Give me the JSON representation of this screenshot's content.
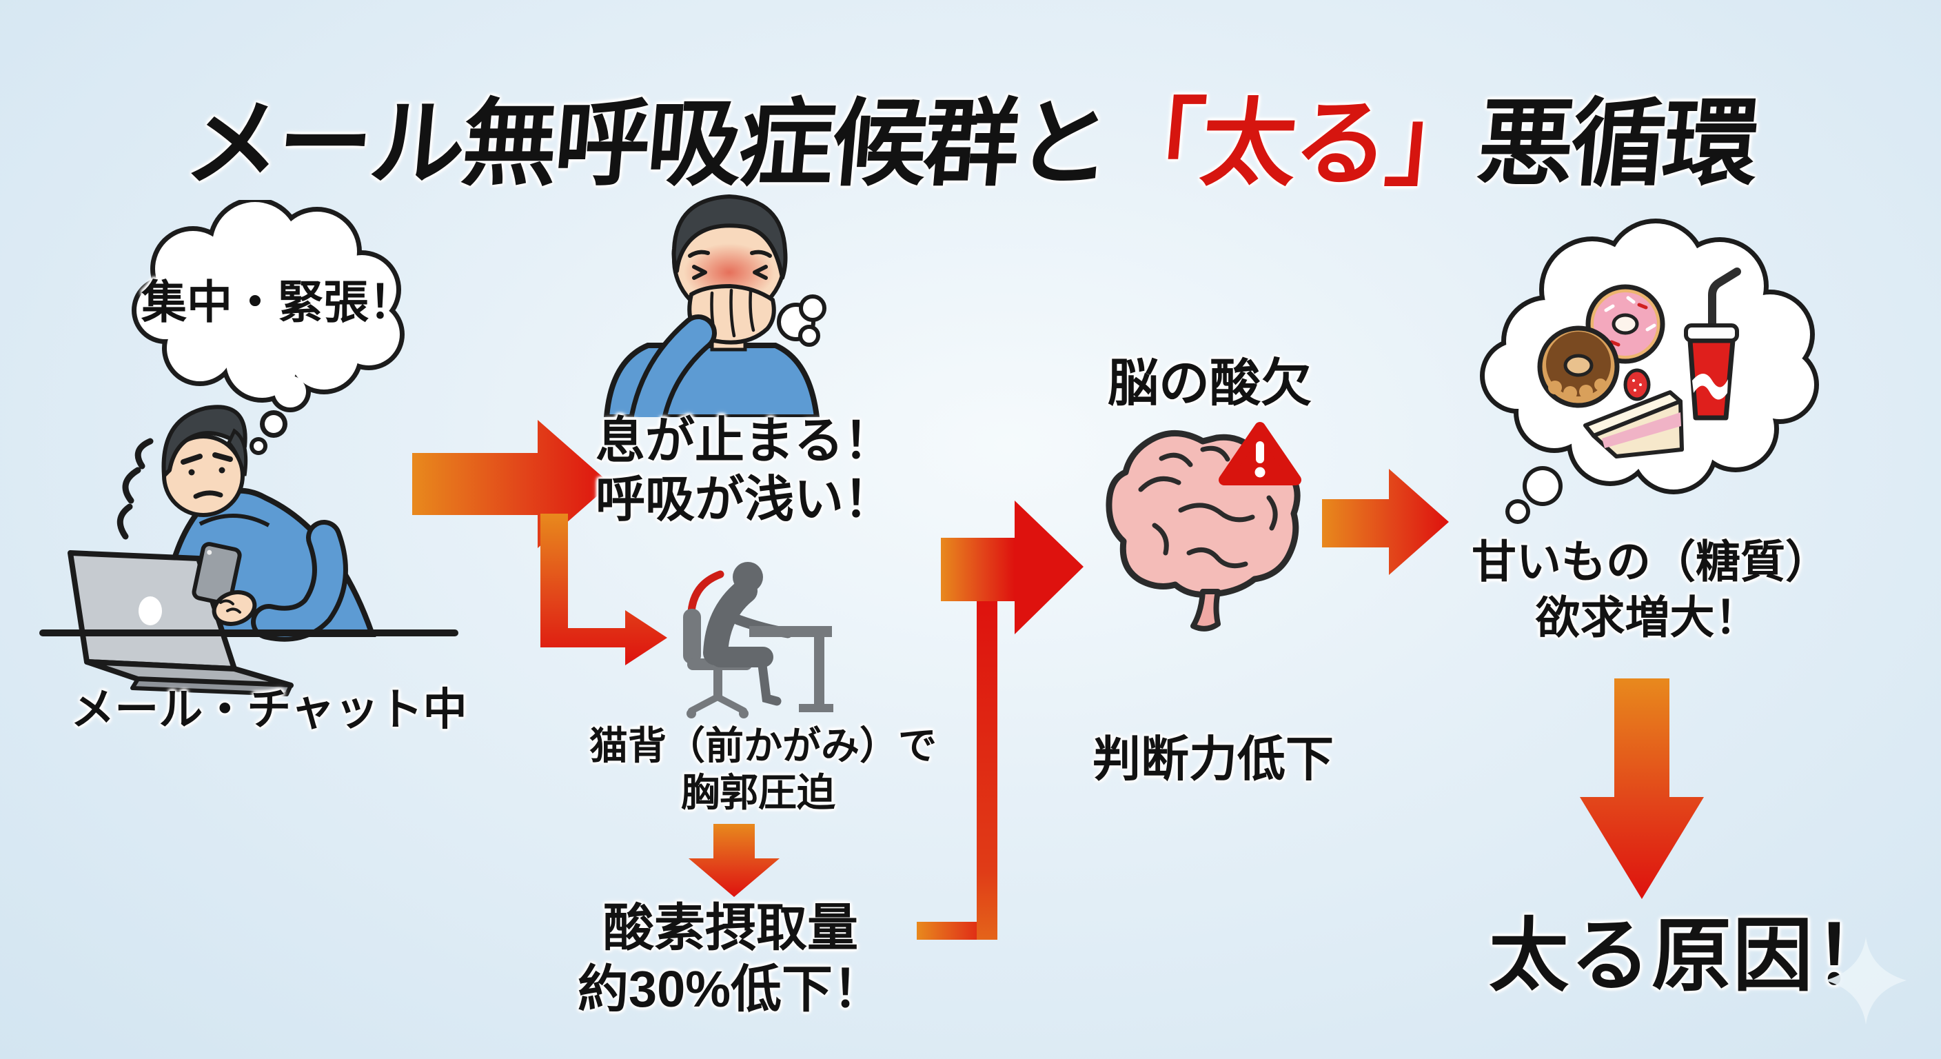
{
  "meta": {
    "background_center": "#f5fafc",
    "background_edge": "#d3e5f1",
    "accent_red": "#d6150f",
    "accent_orange": "#e8891d",
    "ink": "#121212",
    "figure_blue": "#5d9bd3",
    "pictogram_gray": "#64686c",
    "brain_pink": "#f4bcb8"
  },
  "title": {
    "pre": "メール無呼吸症候群と",
    "highlight": "「太る」",
    "post": "悪循環"
  },
  "flow": {
    "trigger": {
      "thought": "集中・緊張！",
      "caption": "メール・チャット中"
    },
    "apnea": {
      "line1": "息が止まる！",
      "line2": "呼吸が浅い！"
    },
    "posture": {
      "line1": "猫背（前かがみ）で",
      "line2": "胸郭圧迫"
    },
    "oxygen": {
      "line1": "酸素摂取量",
      "line2": "約30%低下！"
    },
    "hypoxia": {
      "title": "脳の酸欠",
      "caption": "判断力低下"
    },
    "craving": {
      "line1": "甘いもの（糖質）",
      "line2": "欲求増大！"
    },
    "result": {
      "label": "太る原因！"
    }
  }
}
